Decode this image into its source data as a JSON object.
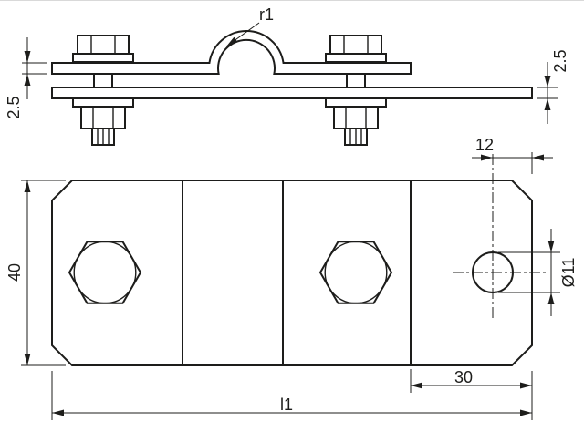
{
  "drawing": {
    "side_view": {
      "radius_label": "r1",
      "upper_strap_thickness_label": "2.5",
      "lower_strap_thickness_label": "2.5"
    },
    "plan_view": {
      "hole_offset_label": "12",
      "plate_width_label": "40",
      "hole_diameter_label": "Ø11",
      "hole_edge_distance_label": "30",
      "overall_length_label": "l1"
    },
    "colors": {
      "line": "#1d1d1b",
      "background": "#ffffff"
    }
  }
}
